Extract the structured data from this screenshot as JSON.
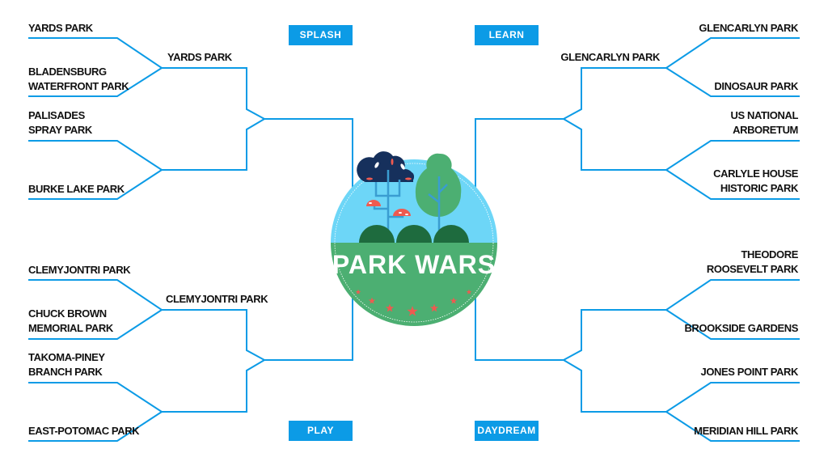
{
  "title": "PARK WARS",
  "categories": {
    "splash": "SPLASH",
    "learn": "LEARN",
    "play": "PLAY",
    "daydream": "DAYDREAM"
  },
  "left": {
    "round1": [
      "YARDS PARK",
      "BLADENSBURG\nWATERFRONT PARK",
      "PALISADES\nSPRAY PARK",
      "BURKE LAKE PARK",
      "CLEMYJONTRI PARK",
      "CHUCK BROWN\nMEMORIAL PARK",
      "TAKOMA-PINEY\nBRANCH PARK",
      "EAST-POTOMAC PARK"
    ],
    "round2": [
      "YARDS PARK",
      "CLEMYJONTRI PARK"
    ]
  },
  "right": {
    "round1": [
      "GLENCARLYN PARK",
      "DINOSAUR PARK",
      "US NATIONAL\nARBORETUM",
      "CARLYLE HOUSE\nHISTORIC PARK",
      "THEODORE\nROOSEVELT PARK",
      "BROOKSIDE GARDENS",
      "JONES POINT PARK",
      "MERIDIAN HILL PARK"
    ],
    "round2": [
      "GLENCARLYN PARK"
    ]
  },
  "colors": {
    "line": "#0c9be6",
    "sky": "#6dd6f7",
    "grass": "#4caf72",
    "darkgreen": "#1e6b3e",
    "navy": "#16305c",
    "red": "#ef5a50"
  }
}
